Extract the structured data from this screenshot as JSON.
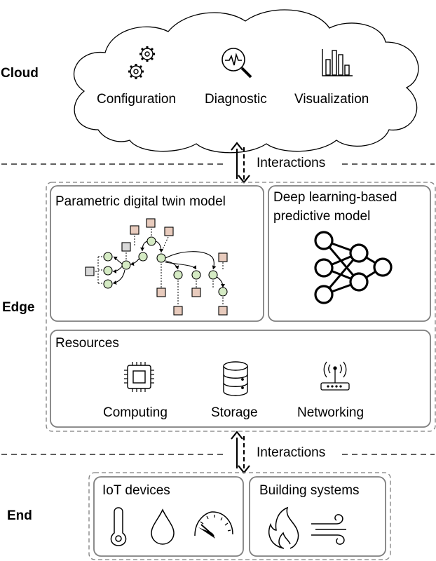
{
  "layers": {
    "cloud": "Cloud",
    "edge": "Edge",
    "end": "End"
  },
  "cloud": {
    "items": [
      "Configuration",
      "Diagnostic",
      "Visualization"
    ]
  },
  "interactions": {
    "top": "Interactions",
    "bottom": "Interactions"
  },
  "edge": {
    "digital_twin_title": "Parametric digital twin model",
    "dl_title_line1": "Deep learning-based",
    "dl_title_line2": "predictive model",
    "resources_title": "Resources",
    "resources": [
      "Computing",
      "Storage",
      "Networking"
    ]
  },
  "end": {
    "iot_title": "IoT devices",
    "building_title": "Building systems"
  },
  "icons": {
    "configuration": "gears-icon",
    "diagnostic": "magnifier-pulse-icon",
    "visualization": "bar-chart-icon",
    "neural_network": "neural-network-icon",
    "computing": "cpu-icon",
    "storage": "database-icon",
    "networking": "router-icon",
    "thermometer": "thermometer-icon",
    "water_drop": "water-drop-icon",
    "gauge": "gauge-icon",
    "flame": "flame-icon",
    "wind": "wind-icon"
  },
  "colors": {
    "node_fill": "#d5ebc4",
    "square_fill_warm": "#e8cbbd",
    "square_fill_grey": "#d9d9d9",
    "dashed_border": "#7f7f7f"
  }
}
